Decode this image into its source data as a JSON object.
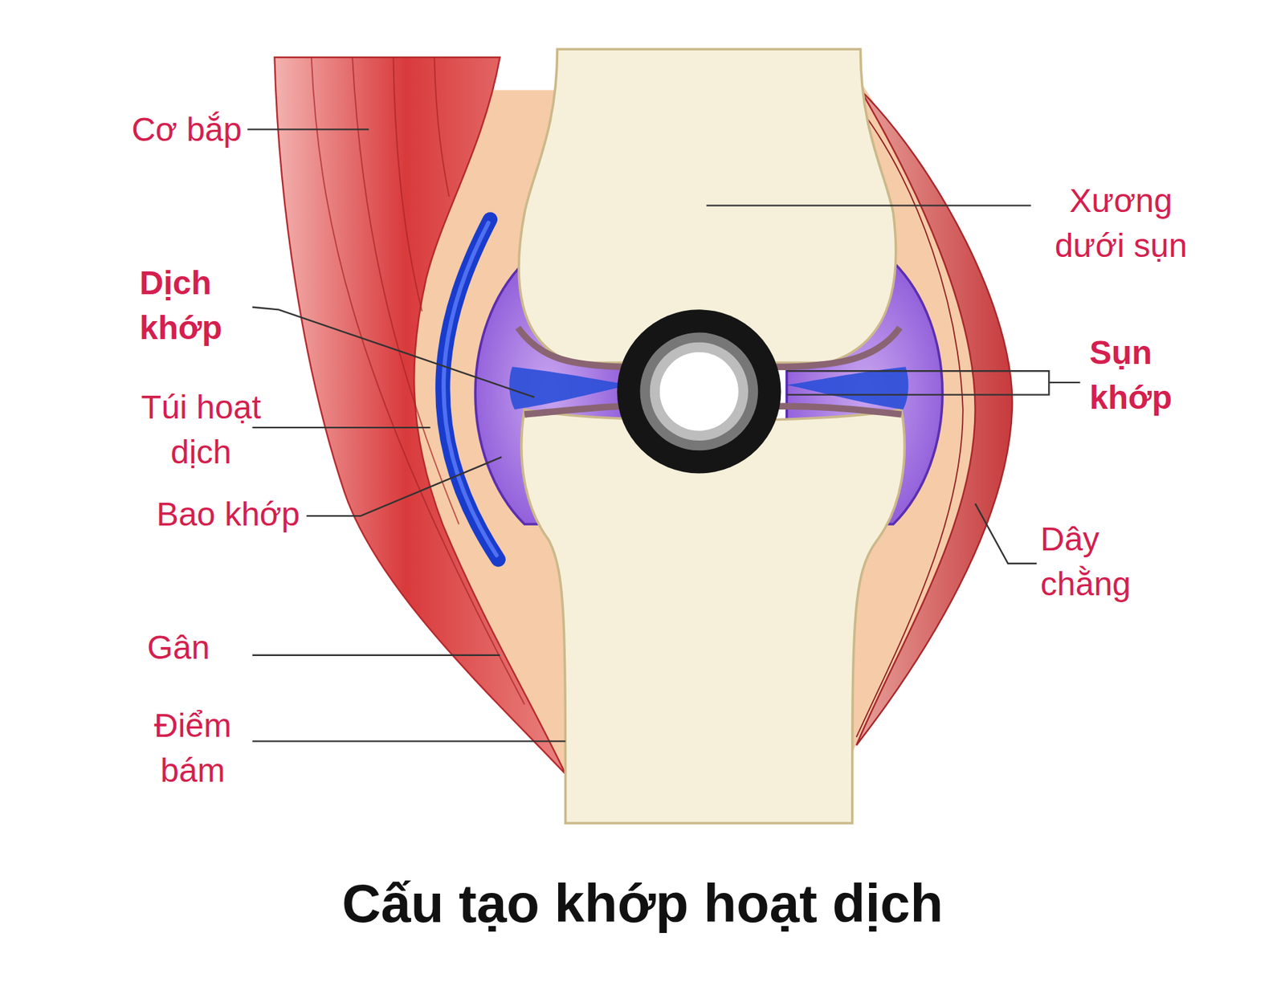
{
  "diagram": {
    "caption": "Cấu tạo khớp hoạt dịch",
    "labels": [
      "Cơ bắp",
      "Xương dưới sụn",
      "Dịch khớp",
      "Sụn khớp",
      "Túi hoạt dịch",
      "Bao khớp",
      "Dây chằng",
      "Gân",
      "Điểm bám"
    ]
  }
}
